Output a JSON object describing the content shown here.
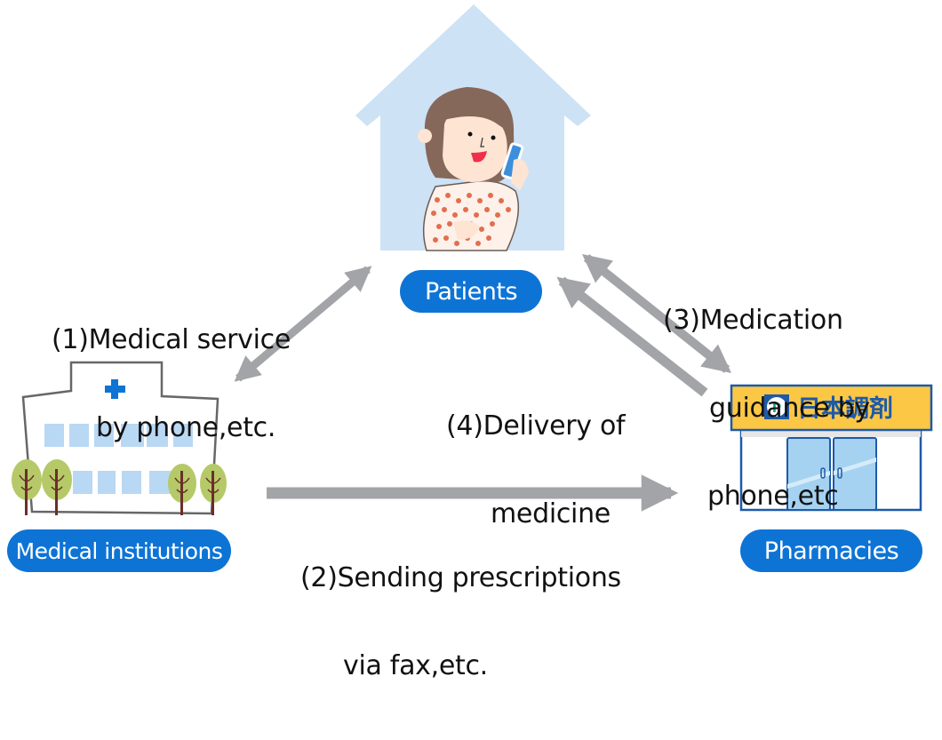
{
  "diagram": {
    "nodes": {
      "patients": {
        "label": "Patients",
        "icon": "house-with-patient-on-phone"
      },
      "medical": {
        "label": "Medical institutions",
        "icon": "hospital-building"
      },
      "pharmacies": {
        "label": "Pharmacies",
        "icon": "pharmacy-storefront",
        "sign_text": "日本調剤",
        "sign_logo": "JP"
      }
    },
    "flows": [
      {
        "id": "1",
        "lines": [
          "(1)Medical service",
          "by phone,etc."
        ],
        "from": "Medical institutions",
        "to": "Patients",
        "direction": "bidirectional"
      },
      {
        "id": "2",
        "lines": [
          "(2)Sending prescriptions",
          "via fax,etc."
        ],
        "from": "Medical institutions",
        "to": "Pharmacies",
        "direction": "one-way"
      },
      {
        "id": "3",
        "lines": [
          "(3)Medication",
          "guidance by",
          "phone,etc"
        ],
        "from": "Pharmacies",
        "to": "Patients",
        "direction": "bidirectional"
      },
      {
        "id": "4",
        "lines": [
          "(4)Delivery of",
          "medicine"
        ],
        "from": "Pharmacies",
        "to": "Patients",
        "direction": "one-way"
      }
    ],
    "colors": {
      "pill": "#0d74d6",
      "arrow": "#a3a4a8",
      "house": "#cde2f5",
      "window": "#b9d8f3",
      "sign": "#fcc745",
      "outline": "#1e5aa8"
    }
  }
}
